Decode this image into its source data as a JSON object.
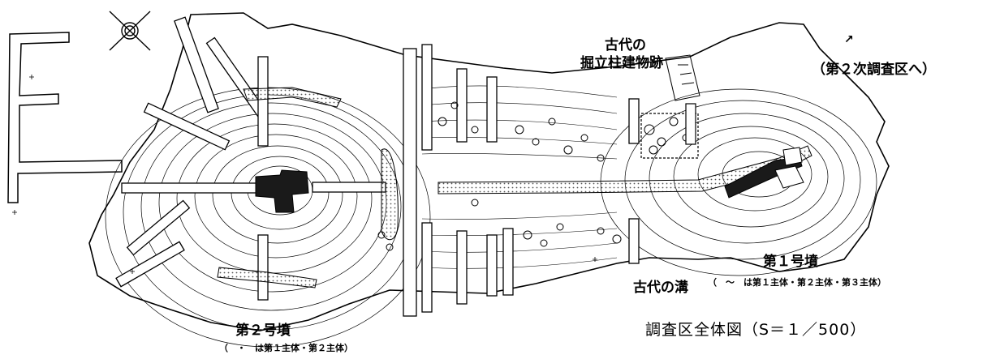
{
  "labels": {
    "kodai_no": "古代の",
    "hottate": "掘立柱建物跡",
    "dai2ji_arrow": "↗",
    "dai2ji": "（第２次調査区へ）",
    "dai1goufun": "第１号墳",
    "kodai_mizo": "古代の溝",
    "dai1_note": "（　～　は第１主体・第２主体・第３主体）",
    "dai2goufun": "第２号墳",
    "dai2_note": "（　・　は第１主体・第２主体）",
    "caption": "調査区全体図（S＝１／500）"
  },
  "icons": {
    "north": "compass-icon"
  },
  "colors": {
    "ink": "#000000",
    "paper": "#ffffff",
    "hatch": "#9a9a9a"
  }
}
